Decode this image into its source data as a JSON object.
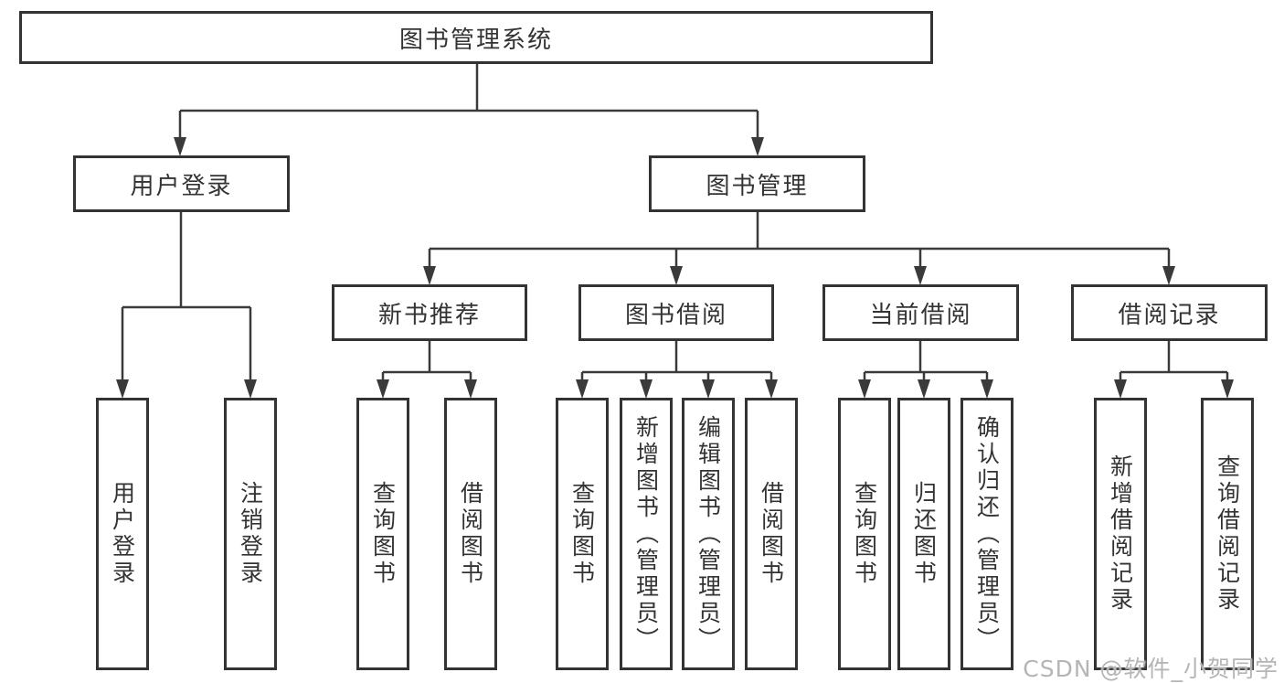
{
  "colors": {
    "background": "#ffffff",
    "line": "#3a3a3a",
    "box_border": "#333333",
    "text": "#333333",
    "watermark": "#b5b5b5"
  },
  "nodes": {
    "root": "图书管理系统",
    "user_login": "用户登录",
    "book_management": "图书管理",
    "new_book_recommend": "新书推荐",
    "book_borrowing": "图书借阅",
    "current_borrowing": "当前借阅",
    "borrowing_records": "借阅记录",
    "leaves_user_login": [
      "用户登录",
      "注销登录"
    ],
    "leaves_new_book": [
      "查询图书",
      "借阅图书"
    ],
    "leaves_book_borrowing": [
      "查询图书",
      "新增图书（管理员）",
      "编辑图书（管理员）",
      "借阅图书"
    ],
    "leaves_current_borrowing": [
      "查询图书",
      "归还图书",
      "确认归还（管理员）"
    ],
    "leaves_borrowing_records": [
      "新增借阅记录",
      "查询借阅记录"
    ]
  },
  "watermark": "CSDN @软件_小贺同学"
}
